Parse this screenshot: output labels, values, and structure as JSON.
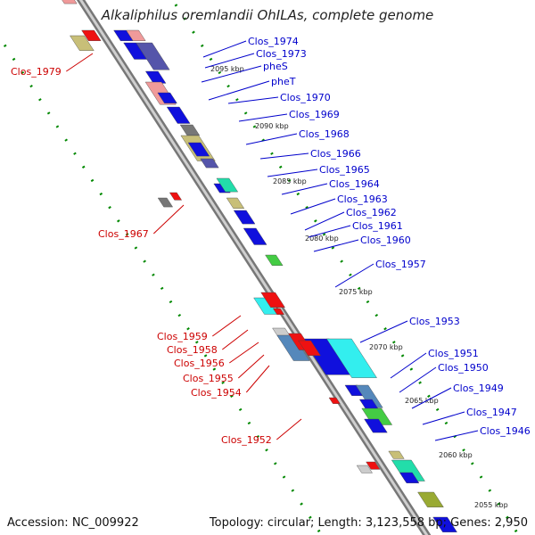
{
  "title": "Alkaliphilus oremlandii OhILAs, complete genome",
  "footer": {
    "accession": "Accession: NC_009922",
    "topology": "Topology: circular; Length: 3,123,558 bp; Genes: 2,950"
  },
  "colors": {
    "backbone": "#9a9a9a",
    "forward_label": "#0000cc",
    "reverse_label": "#cc0000",
    "tick": "#008800"
  },
  "kbp_ticks": [
    "2095 kbp",
    "2090 kbp",
    "2085 kbp",
    "2080 kbp",
    "2075 kbp",
    "2070 kbp",
    "2065 kbp",
    "2060 kbp",
    "2055 kbp"
  ],
  "forward_labels": [
    "Clos_1974",
    "Clos_1973",
    "pheS",
    "pheT",
    "Clos_1970",
    "Clos_1969",
    "Clos_1968",
    "Clos_1966",
    "Clos_1965",
    "Clos_1964",
    "Clos_1963",
    "Clos_1962",
    "Clos_1961",
    "Clos_1960",
    "Clos_1957",
    "Clos_1953",
    "Clos_1951",
    "Clos_1950",
    "Clos_1949",
    "Clos_1947",
    "Clos_1946"
  ],
  "reverse_labels": [
    "Clos_1979",
    "Clos_1967",
    "Clos_1959",
    "Clos_1958",
    "Clos_1956",
    "Clos_1955",
    "Clos_1954",
    "Clos_1952"
  ]
}
